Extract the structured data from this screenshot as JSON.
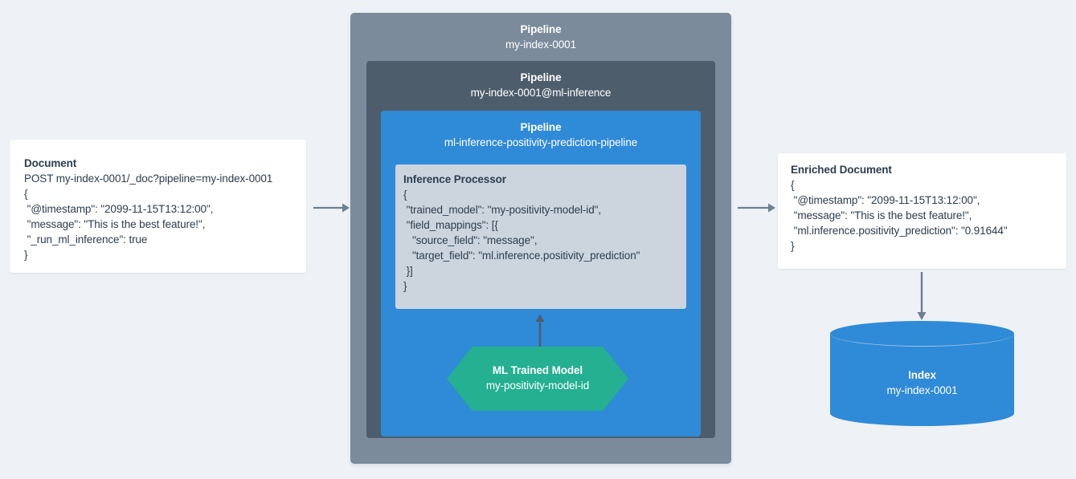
{
  "background_color": "#eef2f6",
  "colors": {
    "pipeline_outer": "#7b8b9c",
    "pipeline_mid": "#4e5d6b",
    "pipeline_inner": "#2f8ad8",
    "processor_panel": "#ccd5dd",
    "model_hexagon": "#24b091",
    "index_cylinder": "#2f8ad8",
    "arrow": "#6d7f91",
    "card_background": "#ffffff",
    "text_dark": "#2d3d4f",
    "text_light": "#ffffff"
  },
  "source_document": {
    "title": "Document",
    "lines": [
      "POST my-index-0001/_doc?pipeline=my-index-0001",
      "{",
      " \"@timestamp\": \"2099-11-15T13:12:00\",",
      " \"message\": \"This is the best feature!\",",
      " \"_run_ml_inference\": true",
      "}"
    ]
  },
  "pipeline_outer": {
    "label": "Pipeline",
    "name": "my-index-0001"
  },
  "pipeline_mid": {
    "label": "Pipeline",
    "name": "my-index-0001@ml-inference"
  },
  "pipeline_inner": {
    "label": "Pipeline",
    "name": "ml-inference-positivity-prediction-pipeline"
  },
  "inference_processor": {
    "title": "Inference Processor",
    "lines": [
      "{",
      " \"trained_model\": \"my-positivity-model-id\",",
      " \"field_mappings\": [{",
      "   \"source_field\": \"message\",",
      "   \"target_field\": \"ml.inference.positivity_prediction\"",
      " }]",
      "}"
    ]
  },
  "ml_model": {
    "label": "ML Trained Model",
    "name": "my-positivity-model-id"
  },
  "enriched_document": {
    "title": "Enriched Document",
    "lines": [
      "{",
      " \"@timestamp\": \"2099-11-15T13:12:00\",",
      " \"message\": \"This is the best feature!\",",
      " \"ml.inference.positivity_prediction\": \"0.91644\"",
      "}"
    ]
  },
  "index": {
    "label": "Index",
    "name": "my-index-0001"
  },
  "arrows": {
    "document_to_pipeline": "arrow-right-icon",
    "pipeline_to_enriched": "arrow-right-icon",
    "model_to_processor": "arrow-up-icon",
    "enriched_to_index": "arrow-down-icon"
  }
}
